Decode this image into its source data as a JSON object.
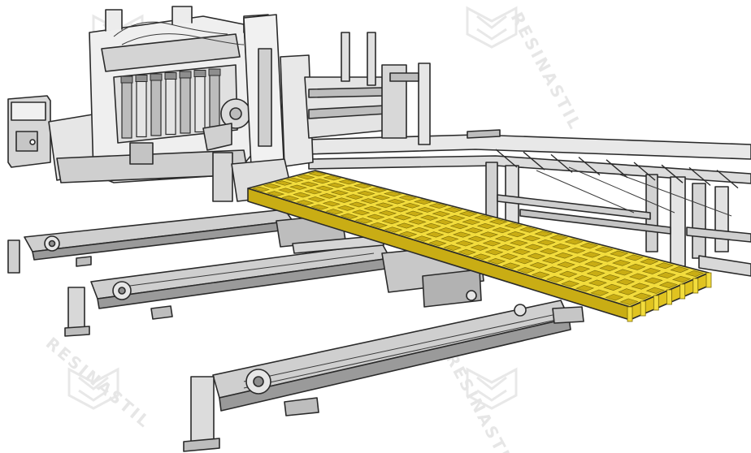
{
  "watermark": {
    "text": "RESINASTIL"
  },
  "colors": {
    "line": "#2a2a2a",
    "metal_light": "#e4e4e4",
    "metal_mid": "#bcbcbc",
    "metal_dark": "#8e8e8e",
    "grating": "#f2dc3c",
    "grating_shade": "#c9ad14",
    "grating_edge": "#7a6a08",
    "watermark": "#cfcfcf"
  },
  "grating": {
    "columns": 26,
    "rows": 6
  }
}
